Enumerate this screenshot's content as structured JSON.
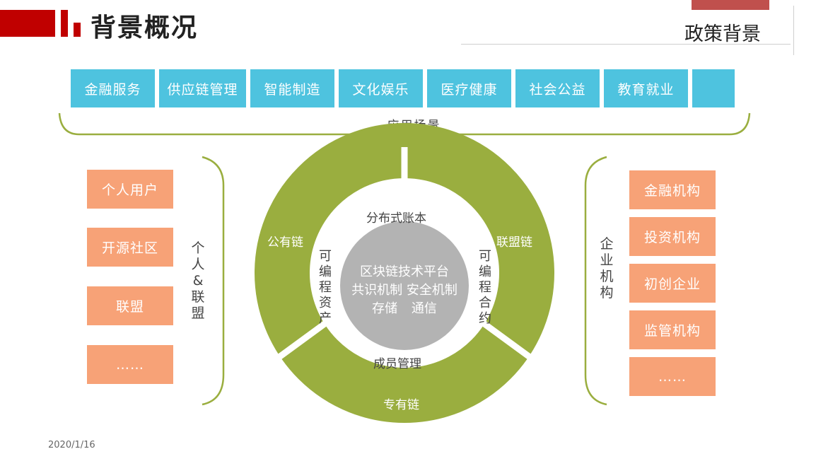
{
  "header": {
    "title": "背景概况",
    "subtitle": "政策背景"
  },
  "applications": [
    "金融服务",
    "供应链管理",
    "智能制造",
    "文化娱乐",
    "医疗健康",
    "社会公益",
    "教育就业",
    ""
  ],
  "scene_label": "应用场景",
  "left_group": {
    "items": [
      "个人用户",
      "开源社区",
      "联盟",
      "……"
    ],
    "label": "个人&联盟"
  },
  "right_group": {
    "items": [
      "金融机构",
      "投资机构",
      "初创企业",
      "监管机构",
      "……"
    ],
    "label": "企业机构"
  },
  "ring": {
    "public": "公有链",
    "consortium": "联盟链",
    "private": "专有链"
  },
  "inner": {
    "top": "分布式账本",
    "bottom": "成员管理",
    "left": "可编程资产",
    "right": "可编程合约"
  },
  "core": {
    "line1": "区块链技术平台",
    "line2": "共识机制 安全机制",
    "line3": "存储 通信"
  },
  "footer": {
    "date": "2020/1/16"
  },
  "colors": {
    "accent_red": "#c00000",
    "app_blue": "#4ec3df",
    "side_orange": "#f7a277",
    "ring_green": "#9aae3f",
    "core_gray": "#b3b3b3"
  }
}
